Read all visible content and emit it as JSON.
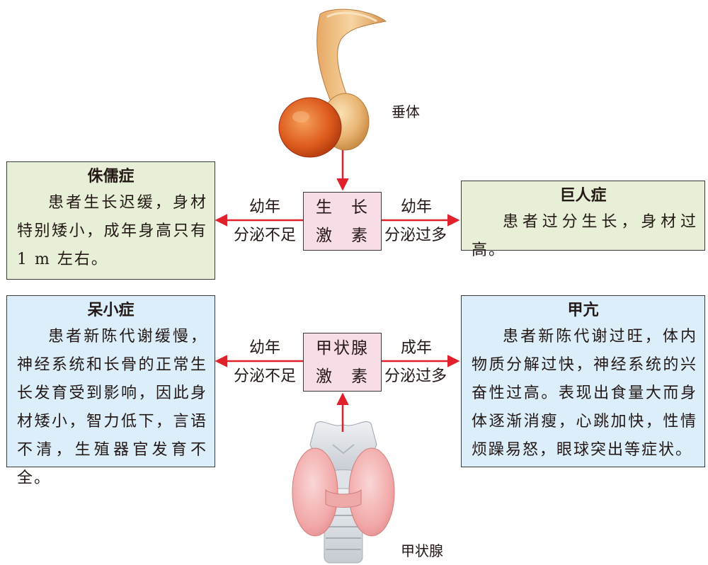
{
  "pituitary": {
    "label": "垂体"
  },
  "thyroid": {
    "label": "甲状腺"
  },
  "growth_hormone": {
    "line1": "生　长",
    "line2": "激　素"
  },
  "thyroid_hormone": {
    "line1": "甲状腺",
    "line2": "激　素"
  },
  "arrows": {
    "gh_left": {
      "top": "幼年",
      "bottom": "分泌不足"
    },
    "gh_right": {
      "top": "幼年",
      "bottom": "分泌过多"
    },
    "th_left": {
      "top": "幼年",
      "bottom": "分泌不足"
    },
    "th_right": {
      "top": "成年",
      "bottom": "分泌过多"
    }
  },
  "dwarfism": {
    "title": "侏儒症",
    "text": "患者生长迟缓，身材特别矮小，成年身高只有 1 m 左右。"
  },
  "gigantism": {
    "title": "巨人症",
    "text": "患者过分生长，身材过高。"
  },
  "cretinism": {
    "title": "呆小症",
    "text": "患者新陈代谢缓慢，神经系统和长骨的正常生长发育受到影响，因此身材矮小，智力低下，言语不清，生殖器官发育不全。"
  },
  "hyperthyroidism": {
    "title": "甲亢",
    "text": "患者新陈代谢过旺，体内物质分解过快，神经系统的兴奋性过高。表现出食量大而身体逐渐消瘦，心跳加快，性情烦躁易怒，眼球突出等症状。"
  },
  "colors": {
    "box_green": "#e7efd6",
    "box_blue": "#dbeefa",
    "hormone_pink": "#f8dde7",
    "arrow_red": "#e0212b"
  }
}
